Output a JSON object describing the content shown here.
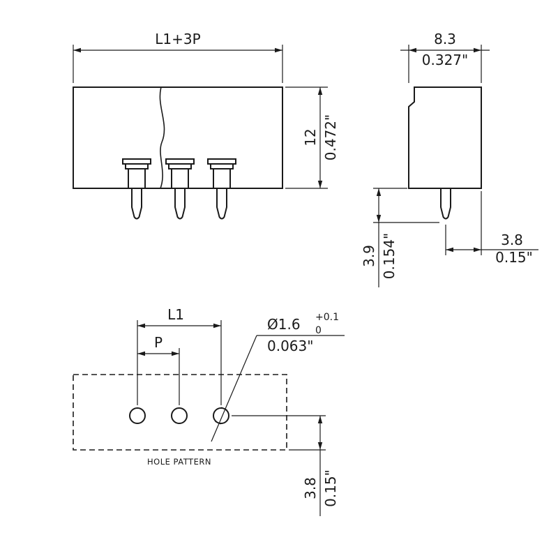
{
  "front_view": {
    "width_dim": "L1+3P",
    "height_dim_mm": "12",
    "height_dim_in": "0.472\""
  },
  "side_view": {
    "width_dim_mm": "8.3",
    "width_dim_in": "0.327\"",
    "pin_length_mm": "3.9",
    "pin_length_in": "0.154\"",
    "pin_setback_mm": "3.8",
    "pin_setback_in": "0.15\""
  },
  "hole_pattern": {
    "label": "HOLE PATTERN",
    "l1_dim": "L1",
    "p_dim": "P",
    "hole_diameter": "Ø1.6",
    "tolerance_upper": "+0.1",
    "tolerance_lower": "0",
    "hole_diameter_in": "0.063\"",
    "edge_distance_mm": "3.8",
    "edge_distance_in": "0.15\""
  },
  "colors": {
    "line": "#1a1a1a",
    "background": "#ffffff"
  }
}
